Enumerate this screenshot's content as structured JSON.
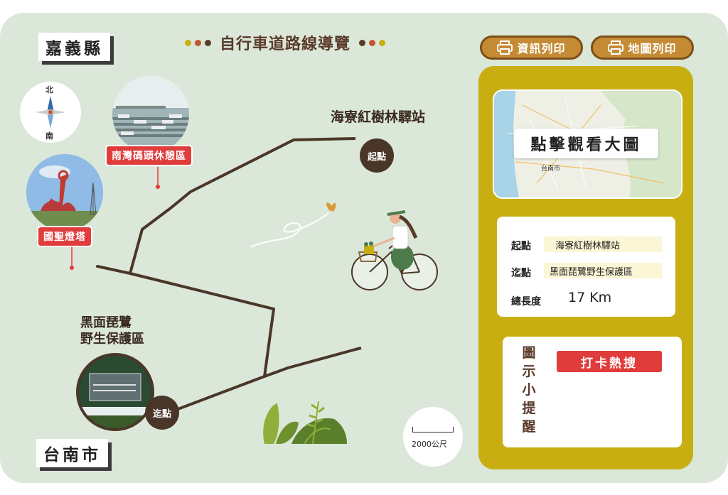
{
  "counties": {
    "north": "嘉義縣",
    "south": "台南市"
  },
  "title": "自行車道路線導覽",
  "title_dot_colors": [
    "#c9ae12",
    "#c2562f",
    "#5a3a2a"
  ],
  "compass": {
    "north": "北",
    "south": "南"
  },
  "print_buttons": {
    "info": "資訊列印",
    "map": "地圖列印"
  },
  "map_thumb": {
    "button_label": "點擊觀看大圖",
    "city_label": "台南市"
  },
  "route_info": {
    "start_label": "起點",
    "start_value": "海寮紅樹林驛站",
    "end_label": "迄點",
    "end_value": "黑面琵鷺野生保護區",
    "length_label": "總長度",
    "length_value": "17 Km"
  },
  "tips": {
    "heading": [
      "圖",
      "示",
      "小",
      "提",
      "醒"
    ],
    "hot_button": "打卡熱搜"
  },
  "map": {
    "start_place": "海寮紅樹林驛站",
    "start_marker": "起點",
    "end_place_line1": "黑面琵鷺",
    "end_place_line2": "野生保護區",
    "end_marker": "迄點",
    "poi_1": "南灣碼頭休憩區",
    "poi_2": "國聖燈塔",
    "scale": "2000公尺"
  },
  "colors": {
    "route": "#4a3628",
    "marker": "#4a3628",
    "panel_bg": "#dbe7d8",
    "side_bg": "#c9ae12",
    "print": "#c58b34",
    "red": "#e03c3c"
  }
}
